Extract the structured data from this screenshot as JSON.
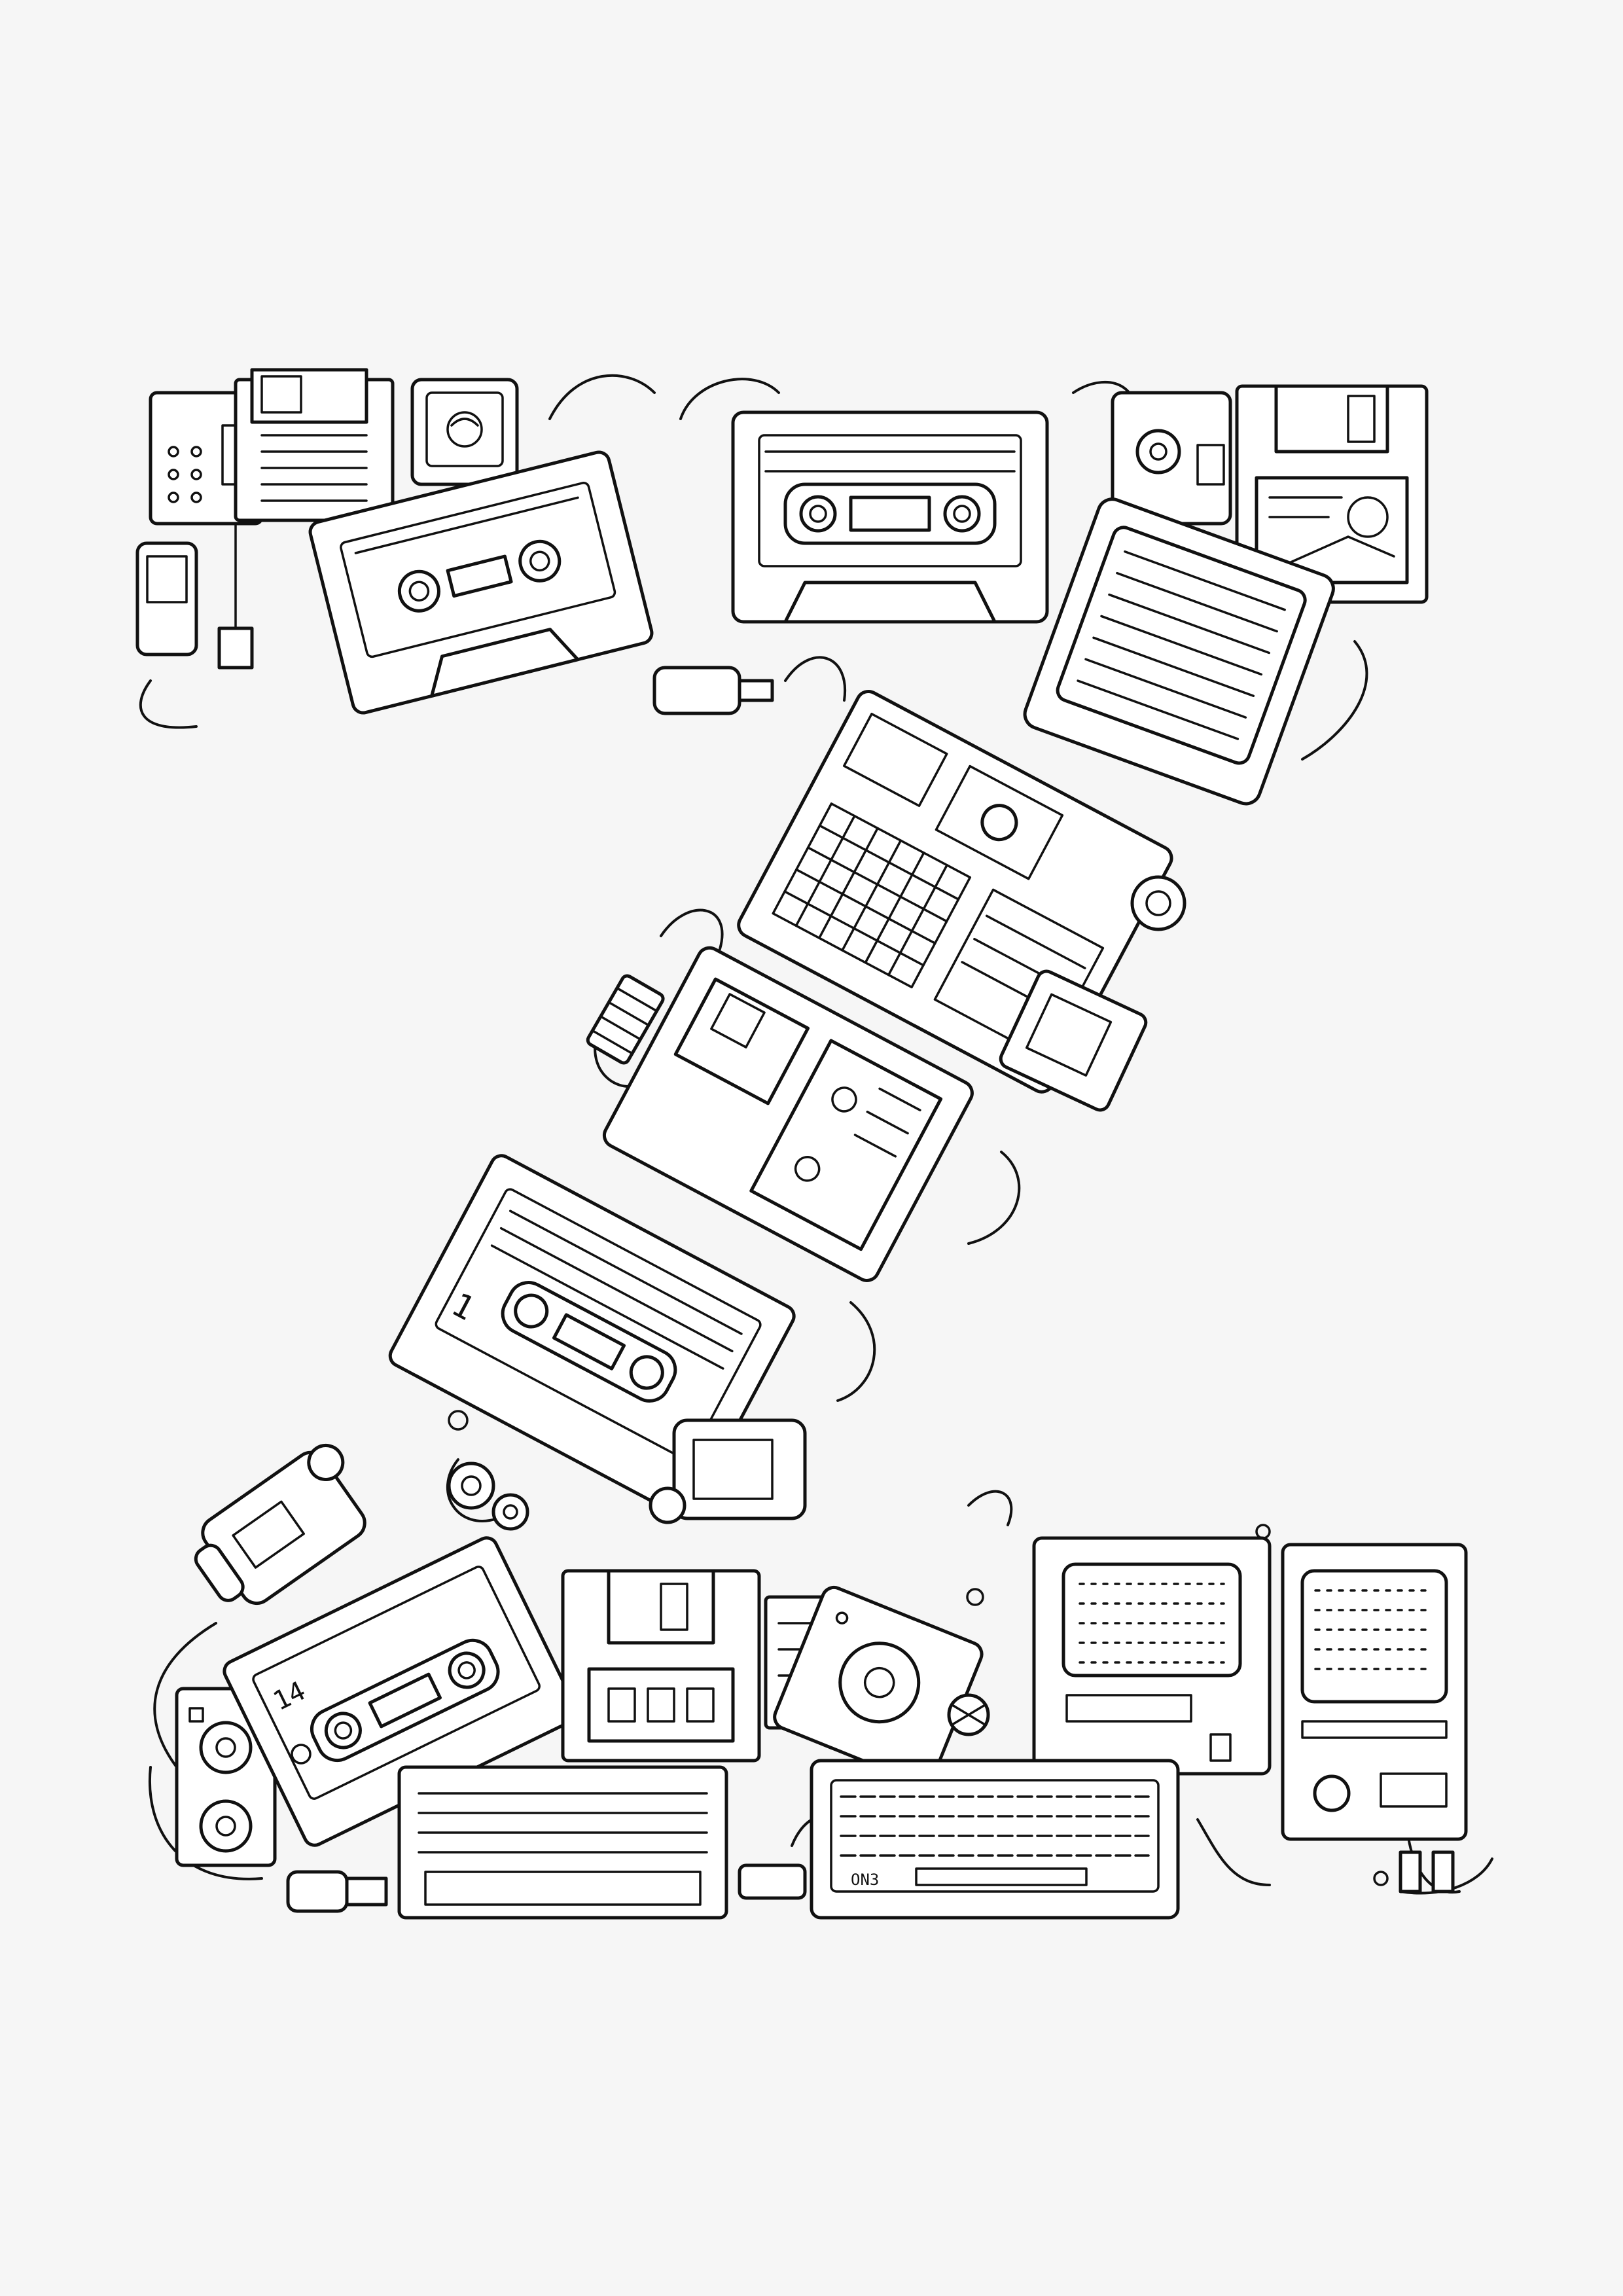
{
  "artwork": {
    "letter": "Z",
    "style": "black line-art coloring page",
    "colors": {
      "background": "#f6f6f6",
      "fill": "#ffffff",
      "line": "#111111"
    },
    "objects": [
      "floppy-disk",
      "cassette-tape",
      "crt-monitor",
      "keyboard",
      "tape-recorder",
      "loudspeaker",
      "camcorder",
      "cable",
      "connector-plug",
      "tape-reel",
      "vhs-adapter"
    ],
    "labels": {
      "cassette_number_diagonal": "1",
      "cassette_label_bottom": "14",
      "keyboard_mark": "ON3"
    }
  }
}
